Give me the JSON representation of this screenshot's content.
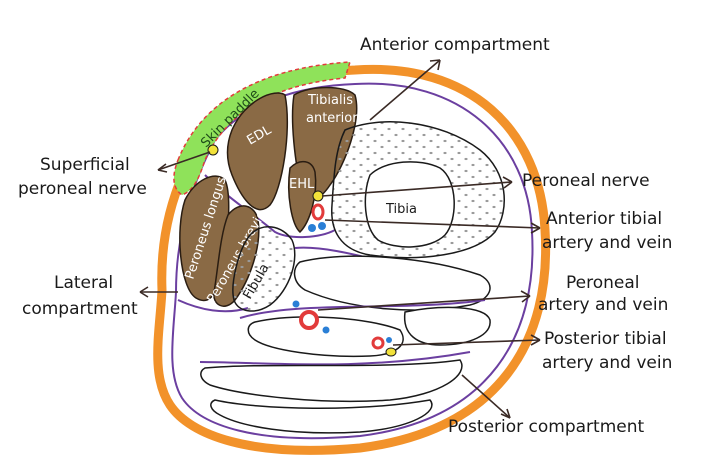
{
  "labels": {
    "anterior_compartment": "Anterior compartment",
    "superficial_peroneal_nerve_line1": "Superficial",
    "superficial_peroneal_nerve_line2": "peroneal nerve",
    "peroneal_nerve": "Peroneal nerve",
    "anterior_tibial_line1": "Anterior tibial",
    "anterior_tibial_line2": "artery and vein",
    "lateral_compartment_line1": "Lateral",
    "lateral_compartment_line2": "compartment",
    "peroneal_artery_line1": "Peroneal",
    "peroneal_artery_line2": "artery and vein",
    "posterior_tibial_line1": "Posterior tibial",
    "posterior_tibial_line2": "artery and vein",
    "posterior_compartment": "Posterior compartment"
  },
  "structures": {
    "skin_paddle": "Skin paddle",
    "edl": "EDL",
    "tibialis_anterior_line1": "Tibialis",
    "tibialis_anterior_line2": "anterior",
    "ehl": "EHL",
    "tibia": "Tibia",
    "peroneus_longus": "Peroneus longus",
    "peroneus_brevis": "Peroneus brevis",
    "fibula": "Fibula"
  },
  "colors": {
    "skin": "#f2922a",
    "fascia": "#6b3fa0",
    "muscle": "#8a6a45",
    "skin_paddle": "#8fe25a",
    "artery": "#e23b3b",
    "vein": "#2a7fd6",
    "nerve": "#f2e23a"
  }
}
